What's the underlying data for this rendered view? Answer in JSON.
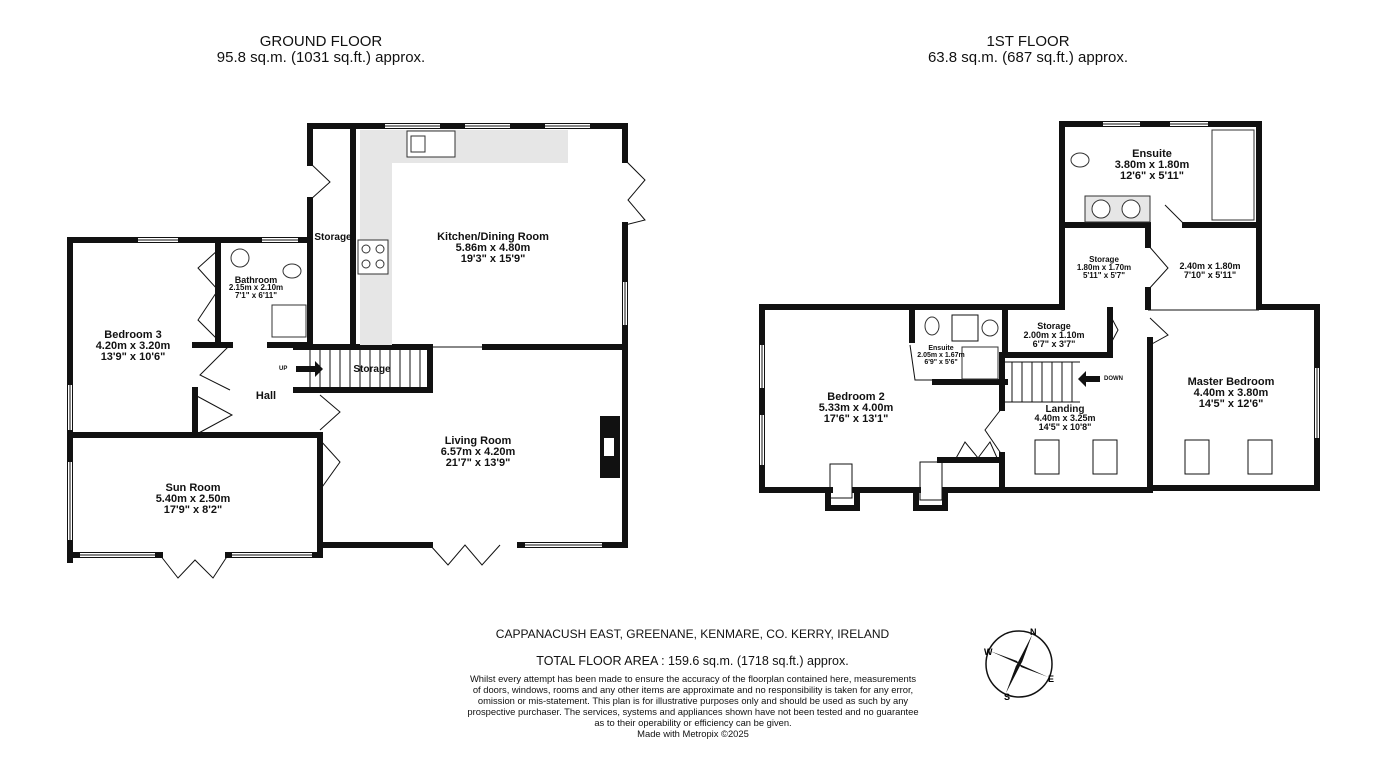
{
  "ground_floor": {
    "title": "GROUND FLOOR",
    "area": "95.8 sq.m. (1031 sq.ft.) approx.",
    "rooms": {
      "kitchen": {
        "name": "Kitchen/Dining Room",
        "metric": "5.86m  x 4.80m",
        "imperial": "19'3\"  x 15'9\""
      },
      "bedroom3": {
        "name": "Bedroom 3",
        "metric": "4.20m  x 3.20m",
        "imperial": "13'9\"  x 10'6\""
      },
      "bathroom": {
        "name": "Bathroom",
        "metric": "2.15m  x 2.10m",
        "imperial": "7'1\"  x 6'11\""
      },
      "storage1": {
        "name": "Storage"
      },
      "storage2": {
        "name": "Storage"
      },
      "hall": {
        "name": "Hall"
      },
      "up": {
        "name": "UP"
      },
      "living": {
        "name": "Living Room",
        "metric": "6.57m  x 4.20m",
        "imperial": "21'7\"  x 13'9\""
      },
      "sunroom": {
        "name": "Sun Room",
        "metric": "5.40m  x 2.50m",
        "imperial": "17'9\"  x 8'2\""
      }
    }
  },
  "first_floor": {
    "title": "1ST FLOOR",
    "area": "63.8 sq.m. (687 sq.ft.) approx.",
    "rooms": {
      "ensuite_top": {
        "name": "Ensuite",
        "metric": "3.80m  x 1.80m",
        "imperial": "12'6\"  x 5'11\""
      },
      "storage_a": {
        "name": "Storage",
        "metric": "1.80m  x 1.70m",
        "imperial": "5'11\"  x 5'7\""
      },
      "landing_small": {
        "metric": "2.40m  x 1.80m",
        "imperial": "7'10\"  x 5'11\""
      },
      "storage_b": {
        "name": "Storage",
        "metric": "2.00m  x 1.10m",
        "imperial": "6'7\"  x 3'7\""
      },
      "ensuite_small": {
        "name": "Ensuite",
        "metric": "2.05m  x 1.67m",
        "imperial": "6'9\"  x 5'6\""
      },
      "bedroom2": {
        "name": "Bedroom 2",
        "metric": "5.33m  x 4.00m",
        "imperial": "17'6\"  x 13'1\""
      },
      "landing": {
        "name": "Landing",
        "metric": "4.40m  x 3.25m",
        "imperial": "14'5\"  x 10'8\""
      },
      "down": {
        "name": "DOWN"
      },
      "master": {
        "name": "Master Bedroom",
        "metric": "4.40m  x 3.80m",
        "imperial": "14'5\"  x 12'6\""
      }
    }
  },
  "address": "CAPPANACUSH EAST, GREENANE, KENMARE, CO. KERRY, IRELAND",
  "total_area": "TOTAL FLOOR AREA : 159.6 sq.m. (1718 sq.ft.) approx.",
  "disclaimer": [
    "Whilst every attempt has been made to ensure the accuracy of the floorplan contained here, measurements",
    "of doors, windows, rooms and any other items are approximate and no responsibility is taken for any error,",
    "omission or mis-statement. This plan is for illustrative purposes only and should be used as such by any",
    "prospective purchaser. The services, systems and appliances shown have not been tested and no guarantee",
    "as to their operability or efficiency can be given.",
    "Made with Metropix ©2025"
  ],
  "compass": {
    "n": "N",
    "e": "E",
    "s": "S",
    "w": "W"
  },
  "colors": {
    "wall": "#111111",
    "counter": "#e6e6e6"
  }
}
